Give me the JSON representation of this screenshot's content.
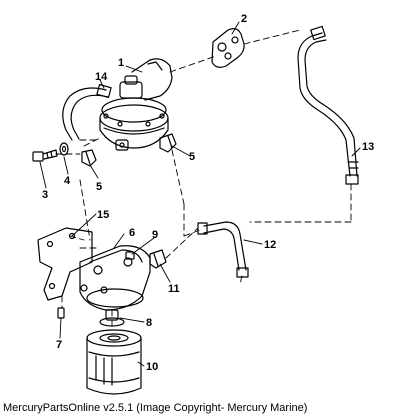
{
  "diagram": {
    "callouts": [
      "1",
      "2",
      "3",
      "4",
      "5",
      "5",
      "6",
      "7",
      "8",
      "9",
      "10",
      "11",
      "12",
      "13",
      "14",
      "15"
    ],
    "parts": [
      "fuel-pump",
      "pump-gasket",
      "pump-bolt",
      "washer",
      "fitting-elbow",
      "fuel-line-outlet",
      "fuel-line-inlet",
      "filter-bracket",
      "filter-adapter",
      "fuel-filter",
      "plug",
      "stud",
      "fitting",
      "bolt",
      "vent-hose"
    ]
  },
  "caption": "MercuryPartsOnline v2.5.1 (Image Copyright- Mercury Marine)"
}
